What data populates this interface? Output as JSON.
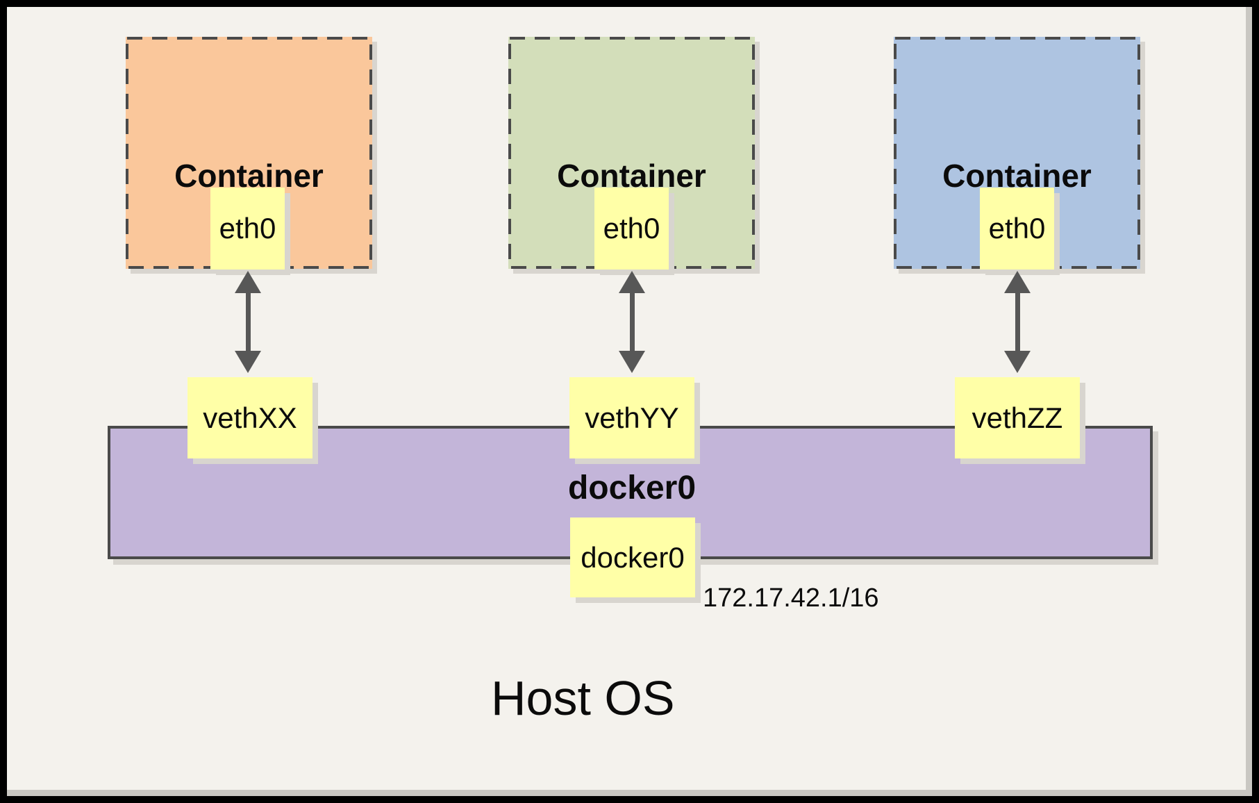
{
  "host": {
    "label": "Host OS"
  },
  "containers": [
    {
      "name": "Container",
      "eth": "eth0",
      "veth": "vethXX",
      "color": "#fac79b"
    },
    {
      "name": "Container",
      "eth": "eth0",
      "veth": "vethYY",
      "color": "#d3deba"
    },
    {
      "name": "Container",
      "eth": "eth0",
      "veth": "vethZZ",
      "color": "#aec4e1"
    }
  ],
  "bridge": {
    "name": "docker0",
    "interface": "docker0",
    "ip": "172.17.42.1/16",
    "color": "#c3b5d9"
  },
  "colors": {
    "frame": "#000000",
    "canvas_bg": "#f4f2ed",
    "interface_yellow": "#ffffa7",
    "border_gray": "#4a4a4a",
    "arrow_gray": "#575757",
    "shadow_gray": "#d8d5cf"
  }
}
